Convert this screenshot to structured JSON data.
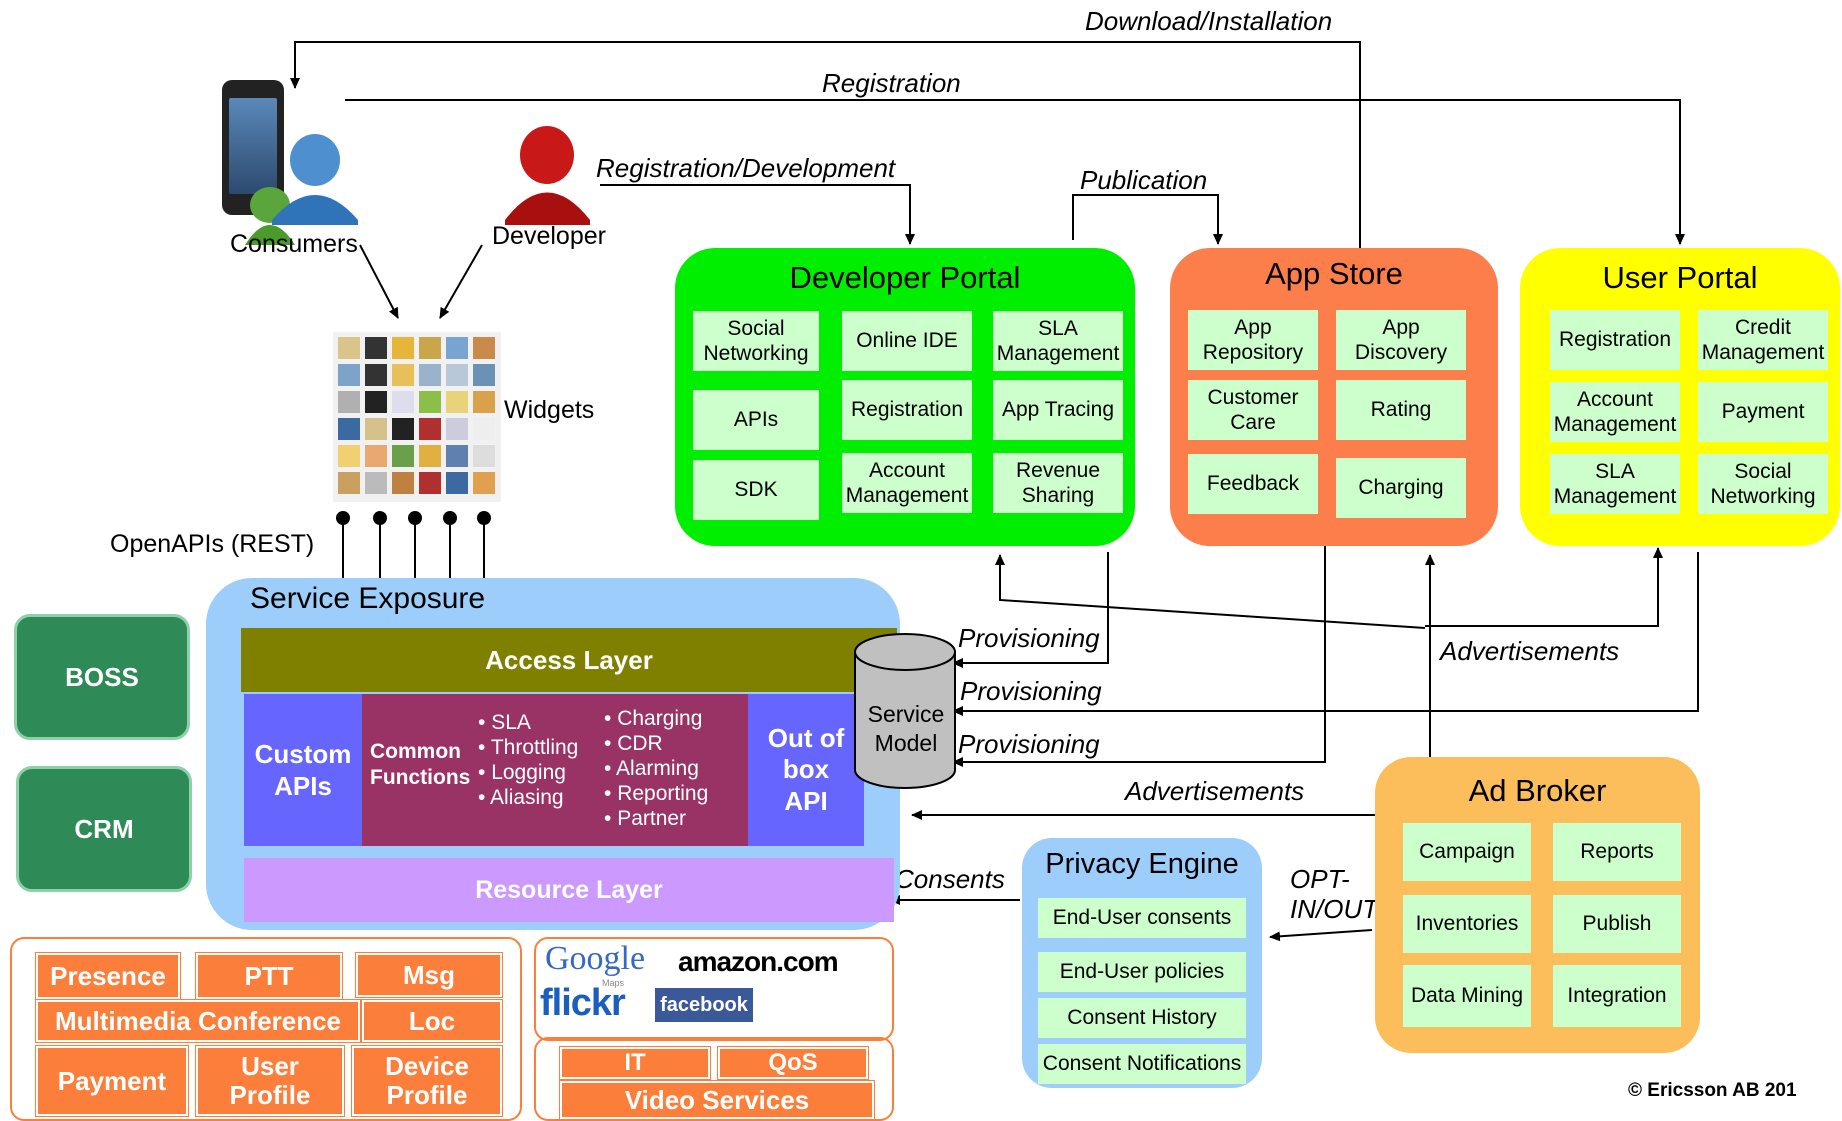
{
  "flow_labels": {
    "download": "Download/Installation",
    "registration": "Registration",
    "reg_dev": "Registration/Development",
    "publication": "Publication",
    "provisioning": "Provisioning",
    "advertisements": "Advertisements",
    "consents": "Consents",
    "opt": "OPT-\nIN/OUT"
  },
  "actors": {
    "consumers": "Consumers",
    "developer": "Developer",
    "widgets": "Widgets",
    "openapis": "OpenAPIs (REST)"
  },
  "developer_portal": {
    "title": "Developer Portal",
    "cells": [
      "Social\nNetworking",
      "Online IDE",
      "SLA\nManagement",
      "APIs",
      "Registration",
      "App Tracing",
      "SDK",
      "Account\nManagement",
      "Revenue\nSharing"
    ]
  },
  "app_store": {
    "title": "App Store",
    "cells": [
      "App\nRepository",
      "App\nDiscovery",
      "Customer\nCare",
      "Rating",
      "Feedback",
      "Charging"
    ]
  },
  "user_portal": {
    "title": "User Portal",
    "cells": [
      "Registration",
      "Credit\nManagement",
      "Account\nManagement",
      "Payment",
      "SLA\nManagement",
      "Social\nNetworking"
    ]
  },
  "service_exposure": {
    "title": "Service Exposure",
    "access_layer": "Access Layer",
    "custom_apis": "Custom\nAPIs",
    "common_functions": "Common\nFunctions",
    "bullets_left": [
      "SLA",
      "Throttling",
      "Logging",
      "Aliasing"
    ],
    "bullets_right": [
      "Charging",
      "CDR",
      "Alarming",
      "Reporting",
      "Partner"
    ],
    "out_of_box": "Out of\nbox\nAPI",
    "resource_layer": "Resource Layer",
    "service_model": "Service\nModel"
  },
  "side_boxes": {
    "boss": "BOSS",
    "crm": "CRM"
  },
  "enablers": {
    "presence": "Presence",
    "ptt": "PTT",
    "msg": "Msg",
    "multimedia": "Multimedia Conference",
    "loc": "Loc",
    "payment": "Payment",
    "user_profile": "User\nProfile",
    "device_profile": "Device\nProfile"
  },
  "partners": {
    "google": "Google",
    "google_sub": "Maps",
    "amazon": "amazon.com",
    "flickr": "flickr",
    "facebook": "facebook"
  },
  "video": {
    "it": "IT",
    "qos": "QoS",
    "video_services": "Video Services"
  },
  "privacy_engine": {
    "title": "Privacy Engine",
    "cells": [
      "End-User consents",
      "End-User policies",
      "Consent History",
      "Consent Notifications"
    ]
  },
  "ad_broker": {
    "title": "Ad Broker",
    "cells": [
      "Campaign",
      "Reports",
      "Inventories",
      "Publish",
      "Data Mining",
      "Integration"
    ]
  },
  "copyright": "© Ericsson AB 201",
  "colors": {
    "dev_portal": "#00ee00",
    "app_store": "#fb7e4b",
    "user_portal": "#ffff00",
    "service_exposure": "#9dcdfb",
    "access_layer": "#808000",
    "custom": "#6666ff",
    "common": "#993366",
    "resource": "#cc99ff",
    "enabler": "#fb7e3b",
    "ad_broker": "#fbbe5b",
    "privacy": "#9dcdfb",
    "cell": "#ccffcc",
    "teal": "#2e8b57"
  }
}
